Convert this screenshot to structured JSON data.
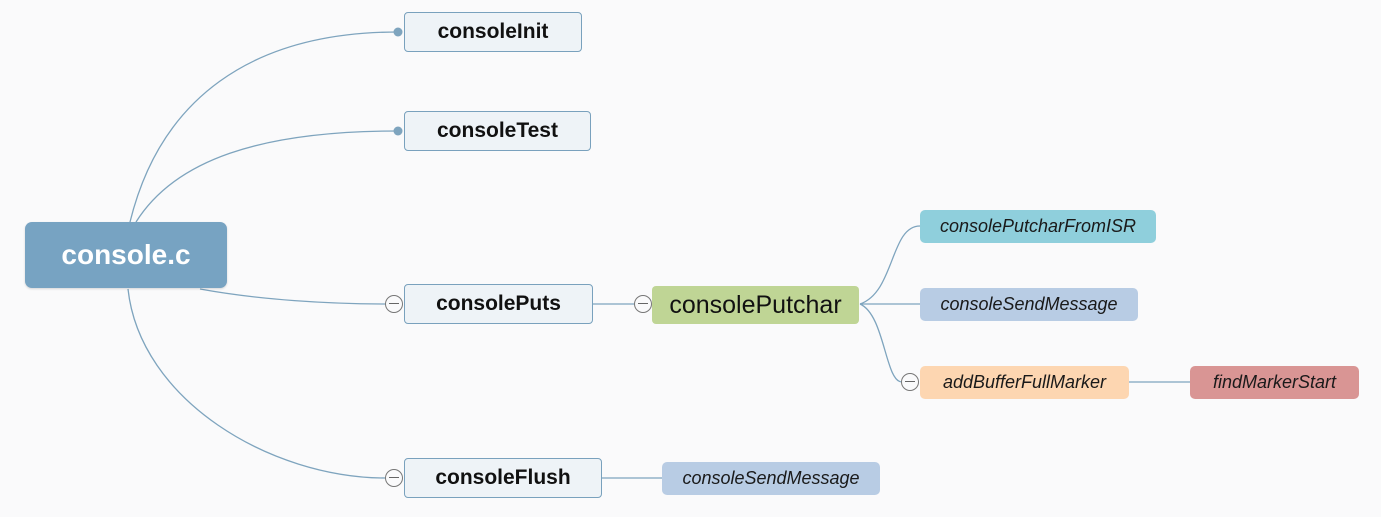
{
  "diagram": {
    "root": {
      "label": "console.c"
    },
    "functions": [
      {
        "label": "consoleInit"
      },
      {
        "label": "consoleTest"
      },
      {
        "label": "consolePuts"
      },
      {
        "label": "consoleFlush"
      }
    ],
    "puts_child": {
      "label": "consolePutchar"
    },
    "putchar_children": [
      {
        "label": "consolePutcharFromISR"
      },
      {
        "label": "consoleSendMessage"
      },
      {
        "label": "addBufferFullMarker"
      }
    ],
    "marker_child": {
      "label": "findMarkerStart"
    },
    "flush_child": {
      "label": "consoleSendMessage"
    }
  },
  "colors": {
    "connector": "#7ea4be",
    "root_fill": "#77a3c2",
    "function_fill": "#eef3f7",
    "putchar_fill": "#bfd595",
    "isr_fill": "#8fcfdc",
    "send_fill": "#b8cce4",
    "marker_fill": "#fdd6b1",
    "find_fill": "#d99594"
  }
}
